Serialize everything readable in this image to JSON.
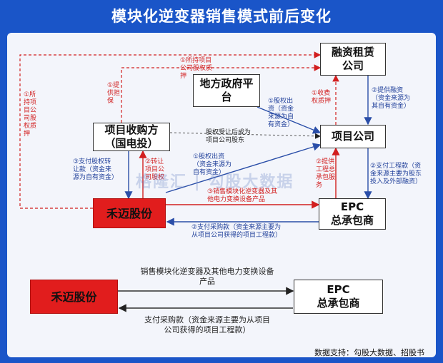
{
  "title": "模块化逆变器销售模式前后变化",
  "nodes": {
    "leasing": "融资租赁\n公司",
    "gov": "地方政府平\n台",
    "acquirer": "项目收购方\n（国电投）",
    "project": "项目公司",
    "hoymiles_top": "禾迈股份",
    "epc_top": "EPC\n总承包商",
    "hoymiles_bottom": "禾迈股份",
    "epc_bottom": "EPC\n总承包商"
  },
  "labels": {
    "l_left": "①所\n持项\n目公\n司股\n权质\n押",
    "l_guarantee": "①提\n供担\n保",
    "l_top": "①所持项目\n公司股权质\n押",
    "l_equity_out": "①股权出\n资（资金\n来源为自\n有资金）",
    "l_fee": "①收费\n权质押",
    "l_finance": "②提供融资\n（资金来源为\n其自有资金）",
    "l_transfer_after": "股权受让后成为\n项目公司股东",
    "l_pay_transfer": "③支付股权转\n让款（资金来\n源为自有资金）",
    "l_transfer_equity": "②转让\n项目公\n司股权",
    "l_equity_out2": "①股权出资\n（资金来源为\n自有资金）",
    "l_epc_service": "②提供\n工程总\n承包服\n务",
    "l_pay_eng": "②支付工程款（资\n金来源主要为股东\n投入及外部融资）",
    "l_sell_top": "③销售模块化逆变器及其\n他电力变换设备产品",
    "l_pay_purchase_top": "②支付采购款（资金来源主要为\n从项目公司获得的项目工程款）",
    "l_sell_bottom": "销售模块化逆变器及其他电力变换设备\n产品",
    "l_pay_bottom": "支付采购款（资金来源主要为从项目\n公司获得的项目工程款）"
  },
  "watermark": "格隆汇 | 勾股大数据",
  "source": "数据支持：勾股大数据、招股书",
  "colors": {
    "background": "#1a55c8",
    "red_box": "#e11d1d",
    "red_arrow": "#d21f1f",
    "blue_arrow": "#2a4ea8"
  }
}
